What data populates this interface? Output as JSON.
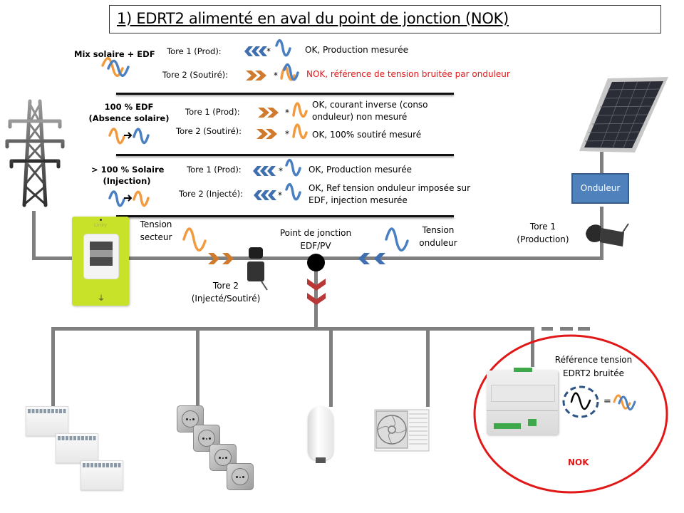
{
  "title": "1) EDRT2 alimenté en aval du point de jonction (NOK)",
  "colors": {
    "edf_orange": "#f29a3e",
    "solar_blue": "#4a7fc1",
    "chevron_blue": "#3f6fb0",
    "chevron_orange": "#d07a2e",
    "chevron_red": "#b83838",
    "wire_gray": "#7f7f7f",
    "nok_red": "#e01818",
    "onduleur_box": "#4f81bd",
    "linky_green": "#c8e22a"
  },
  "scenarios": [
    {
      "name": "Mix solaire + EDF",
      "name_line2": "",
      "wave_icon": "mixed-wave-icon",
      "rows": [
        {
          "label": "Tore 1 (Prod):",
          "direction": "left",
          "chevron_color": "blue",
          "wave": "blue",
          "status_lines": [
            "OK, Production mesurée"
          ],
          "status": "ok"
        },
        {
          "label": "Tore 2 (Soutiré):",
          "direction": "right",
          "chevron_color": "orange",
          "wave": "mixed",
          "status_lines": [
            "NOK, référence de tension bruitée par onduleur"
          ],
          "status": "nok"
        }
      ]
    },
    {
      "name": "100 % EDF",
      "name_line2": "(Absence solaire)",
      "wave_icon": "orange-to-blue-wave-icon",
      "rows": [
        {
          "label": "Tore 1 (Prod):",
          "direction": "right",
          "chevron_color": "orange",
          "wave": "orange",
          "status_lines": [
            "OK, courant inverse (conso",
            "onduleur) non mesuré"
          ],
          "status": "ok"
        },
        {
          "label": "Tore 2 (Soutiré):",
          "direction": "right",
          "chevron_color": "orange",
          "wave": "orange",
          "status_lines": [
            "OK, 100% soutiré mesuré"
          ],
          "status": "ok"
        }
      ]
    },
    {
      "name": "> 100 % Solaire",
      "name_line2": "(Injection)",
      "wave_icon": "blue-to-orange-wave-icon",
      "rows": [
        {
          "label": "Tore 1 (Prod):",
          "direction": "left",
          "chevron_color": "blue",
          "wave": "blue",
          "status_lines": [
            "OK, Production mesurée"
          ],
          "status": "ok"
        },
        {
          "label": "Tore 2 (Injecté):",
          "direction": "left",
          "chevron_color": "blue",
          "wave": "blue",
          "status_lines": [
            "OK, Ref tension onduleur imposée sur",
            "EDF, injection mesurée"
          ],
          "status": "ok"
        }
      ]
    }
  ],
  "star": "*",
  "diagram": {
    "tension_secteur": [
      "Tension",
      "secteur"
    ],
    "tension_onduleur": [
      "Tension",
      "onduleur"
    ],
    "junction": [
      "Point de jonction",
      "EDF/PV"
    ],
    "tore2": [
      "Tore 2",
      "(Injecté/Soutiré)"
    ],
    "tore1": [
      "Tore 1",
      "(Production)"
    ],
    "onduleur": "Onduleur",
    "linky": "Linky"
  },
  "edrt2": {
    "caption": [
      "Référence tension",
      "EDRT2 bruitée"
    ],
    "equals": "=",
    "verdict": "NOK"
  },
  "loads": [
    "radiators",
    "sockets",
    "water-heater",
    "air-conditioner",
    "edrt2-module"
  ]
}
